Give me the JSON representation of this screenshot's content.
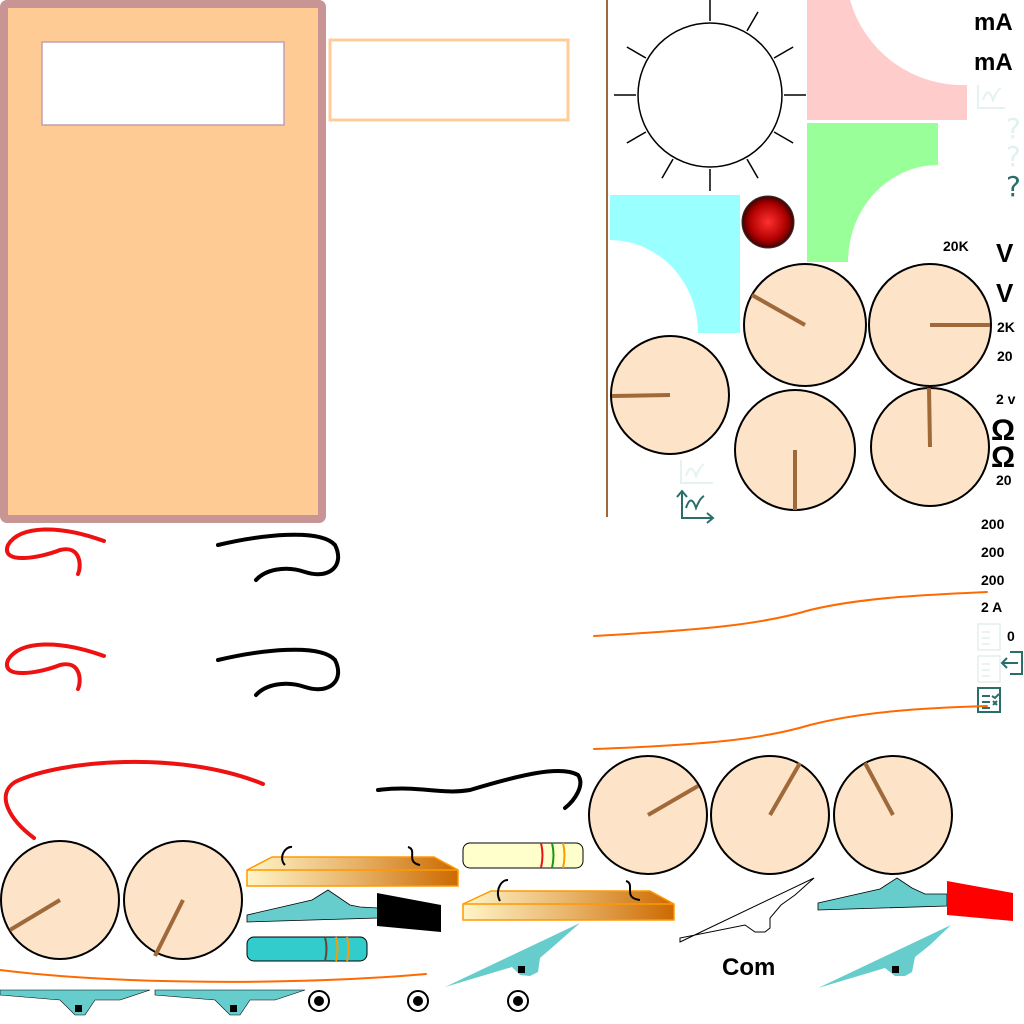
{
  "labels": {
    "mA_1": "mA",
    "mA_2": "mA",
    "r20K": "20K",
    "V_1": "V",
    "V_2": "V",
    "r2K": "2K",
    "r20_1": "20",
    "r2v": "2 v",
    "ohm_1": "Ω",
    "ohm_2": "Ω",
    "r20_2": "20",
    "r200_1": "200",
    "r200_2": "200",
    "r200_3": "200",
    "r2A": "2 A",
    "zero": "0",
    "q1": "?",
    "q2": "?",
    "q3": "?",
    "com": "Com"
  },
  "colors": {
    "panel_fill": "#ffcb94",
    "panel_border": "#c89494",
    "dial_fill": "#fde3c8",
    "needle": "#a0693a",
    "probe": "#66cccc",
    "teal_icon": "#2a6e6a",
    "wire_red": "#ee1111",
    "wire_orange": "#ff6a00"
  }
}
